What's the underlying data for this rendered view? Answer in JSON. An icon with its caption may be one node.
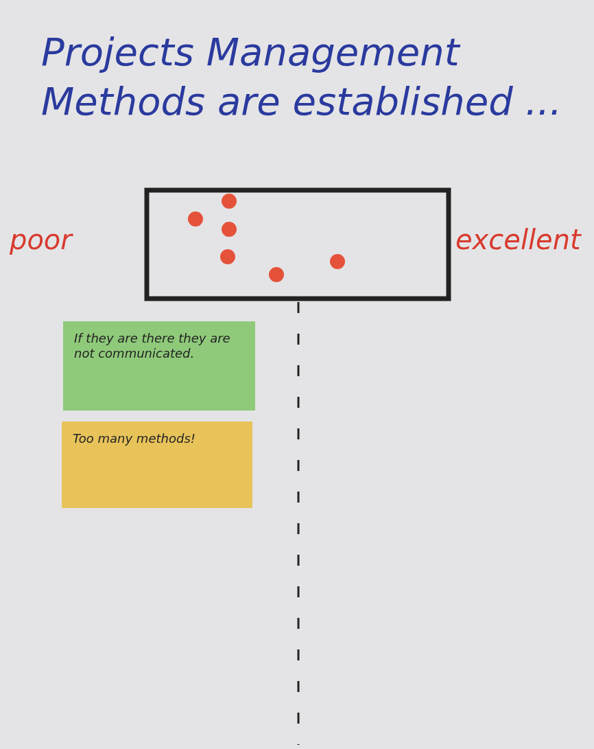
{
  "diagram": {
    "title": "Projects Management Methods are established ...",
    "nodes": [
      {
        "text": [
          "If they are there they are not communicated."
        ]
      },
      {
        "text": [
          "Too many methods!"
        ]
      }
    ],
    "labels": [
      "poor",
      "excellent"
    ]
  }
}
